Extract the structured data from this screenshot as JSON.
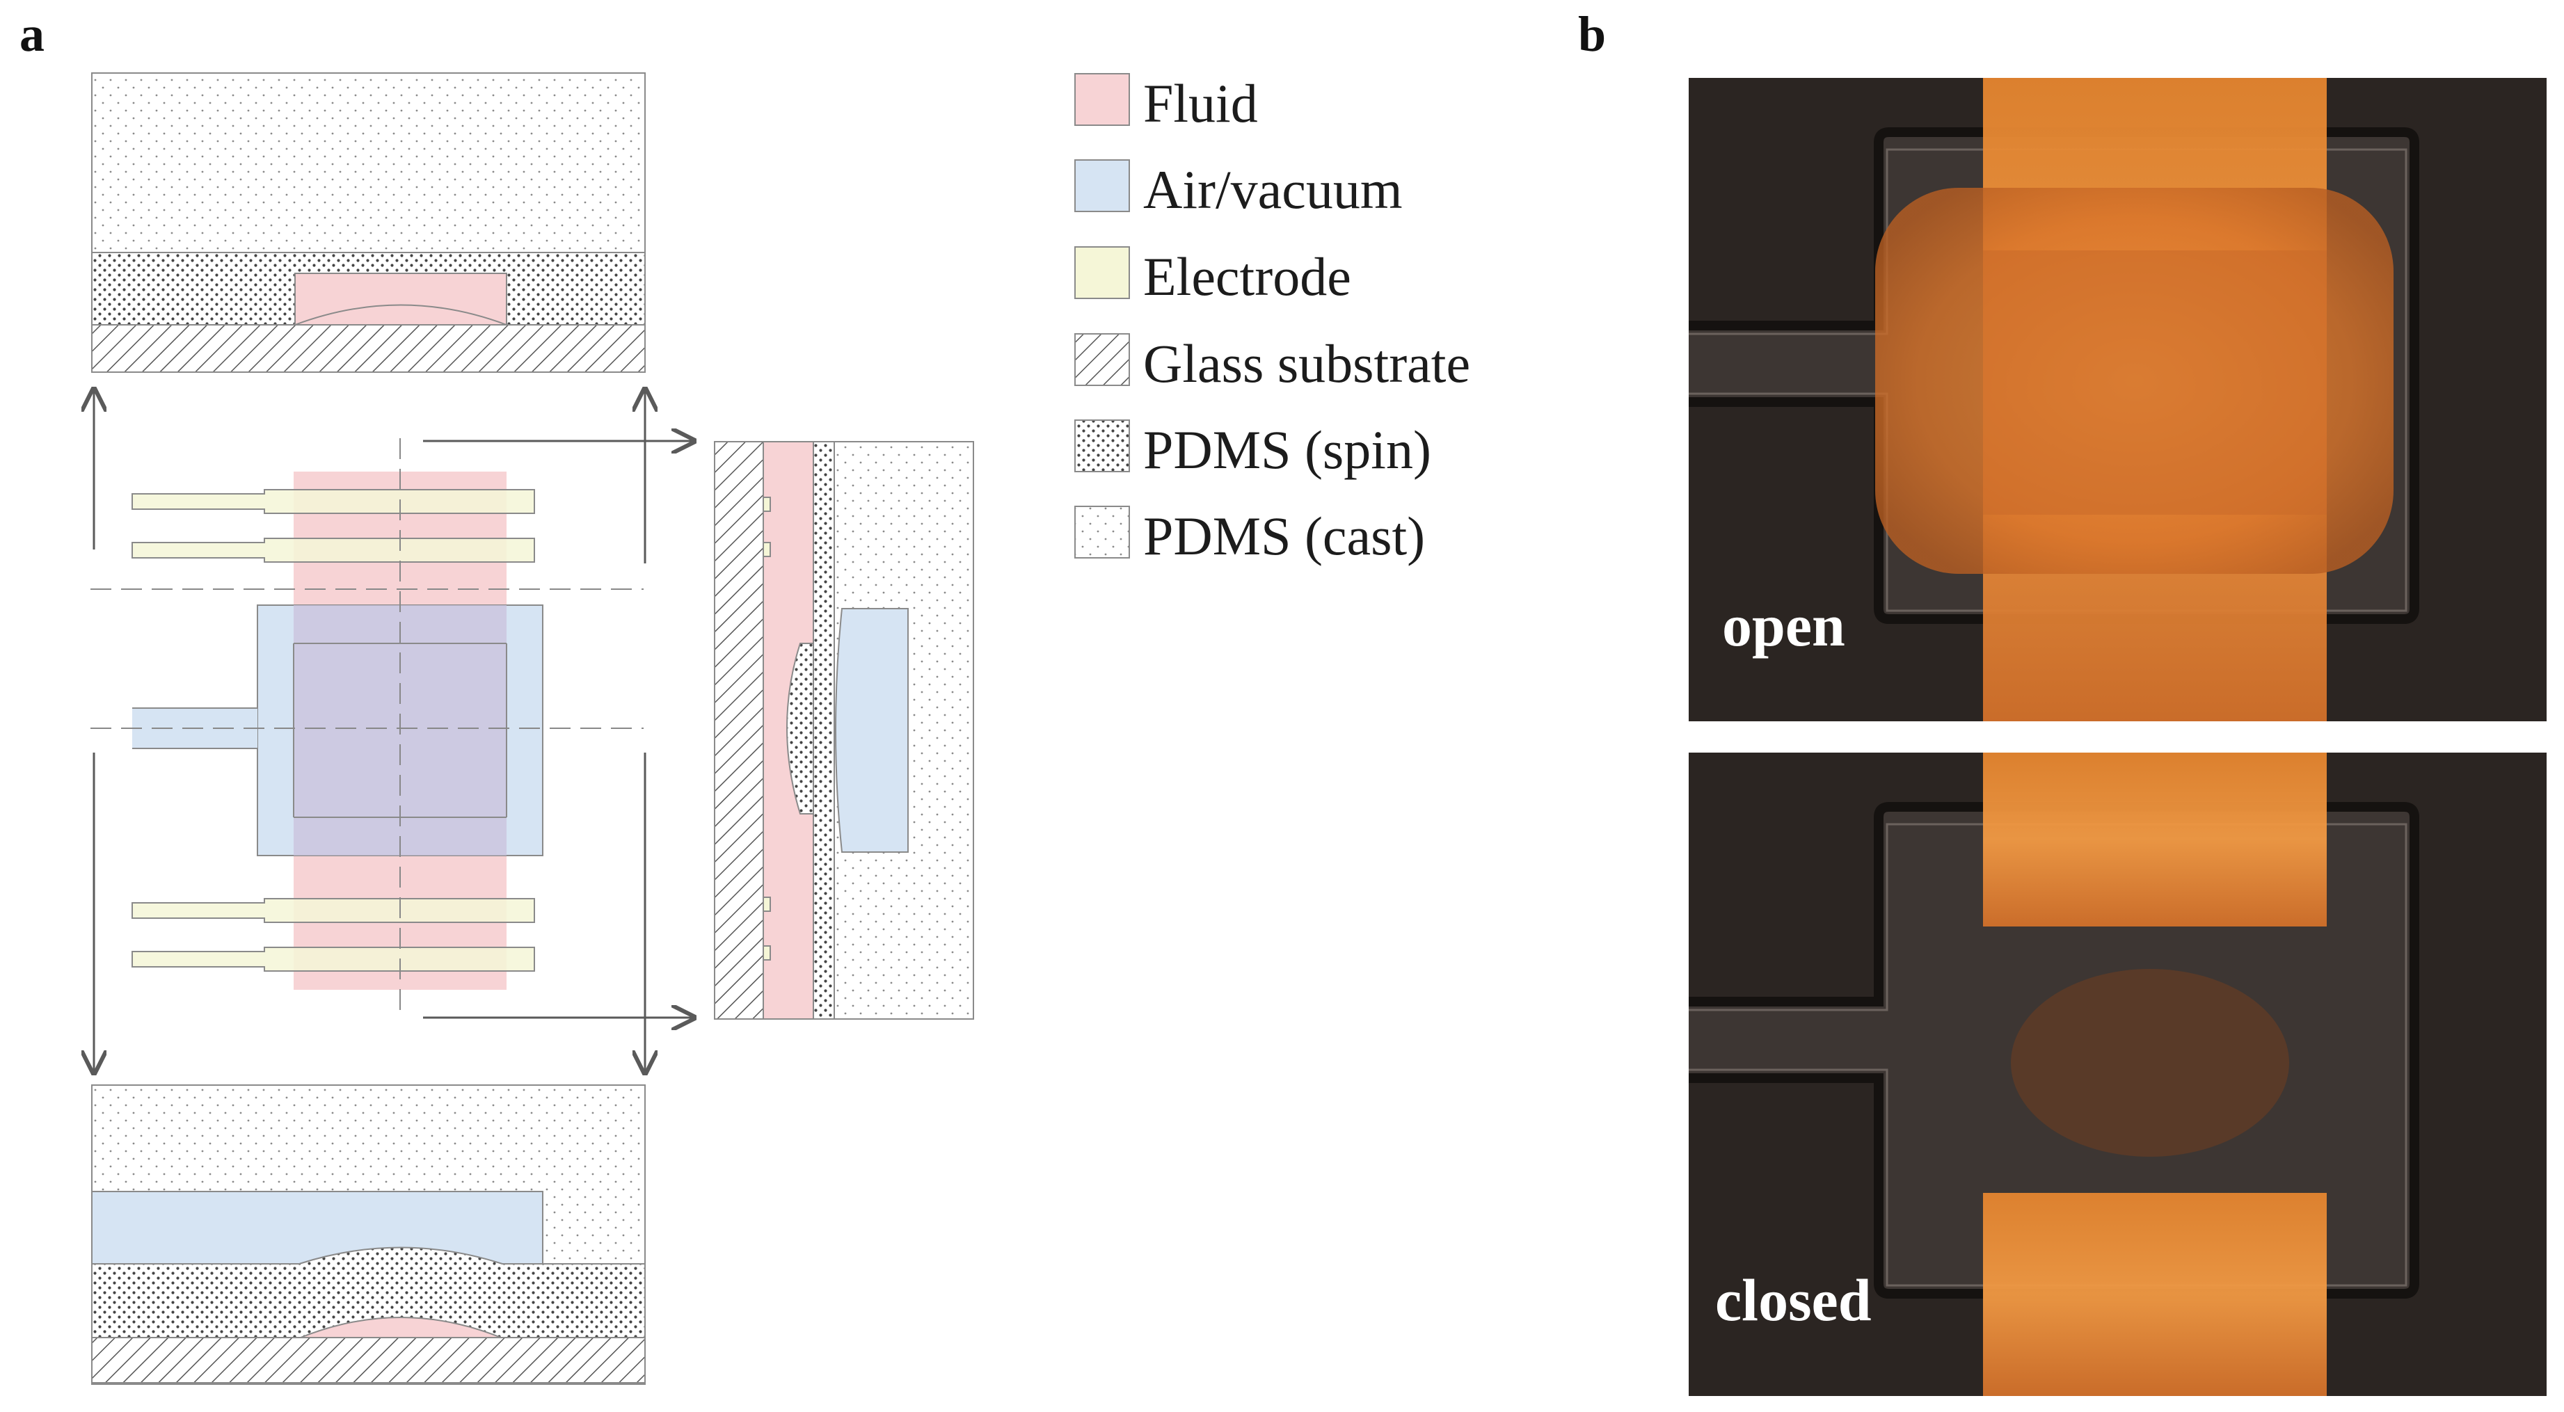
{
  "panels": {
    "a": "a",
    "b": "b"
  },
  "legend": [
    {
      "label": "Fluid",
      "pattern": "fluid"
    },
    {
      "label": "Air/vacuum",
      "pattern": "air"
    },
    {
      "label": "Electrode",
      "pattern": "electrode"
    },
    {
      "label": "Glass substrate",
      "pattern": "glass"
    },
    {
      "label": "PDMS (spin)",
      "pattern": "pdms-spin"
    },
    {
      "label": "PDMS (cast)",
      "pattern": "pdms-cast"
    }
  ],
  "colors": {
    "fluid": "#f7d3d5",
    "air": "#d6e4f3",
    "electrode": "#f5f6d7",
    "outline": "#8a8a8a",
    "arrow": "#5a5a5a",
    "photo_bg": "#2b2522",
    "orange": "#d97a2e"
  },
  "photos": {
    "top_label": "open",
    "bottom_label": "closed"
  }
}
